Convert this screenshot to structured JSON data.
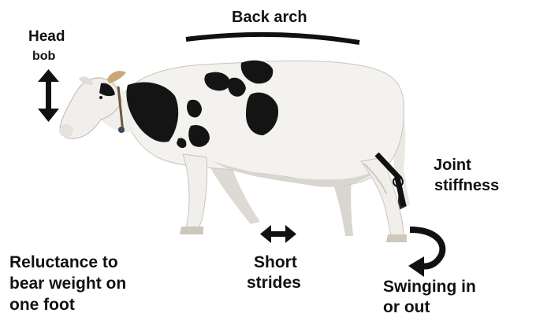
{
  "labels": {
    "head_bob_line1": "Head",
    "head_bob_line2": "bob",
    "back_arch": "Back arch",
    "joint_stiffness_line1": "Joint",
    "joint_stiffness_line2": "stiffness",
    "reluctance_line1": "Reluctance to",
    "reluctance_line2": "bear weight on",
    "reluctance_line3": "one foot",
    "short_strides_line1": "Short",
    "short_strides_line2": "strides",
    "swinging_line1": "Swinging in",
    "swinging_line2": "or out"
  },
  "colors": {
    "annotation": "#111111",
    "cow_body": "#f4f2ee",
    "cow_shade": "#d9d5cf",
    "cow_spots": "#141414",
    "hoof": "#cfc6bc"
  }
}
